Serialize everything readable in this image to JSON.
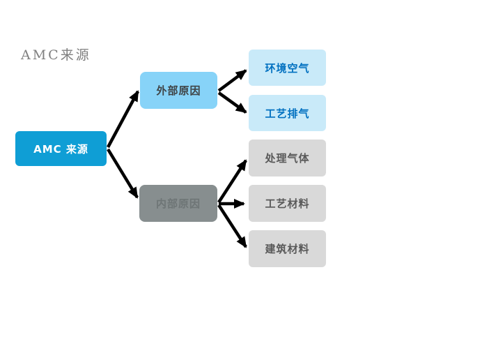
{
  "page": {
    "title": "AMC来源"
  },
  "diagram": {
    "type": "tree",
    "root": {
      "label": "AMC 来源"
    },
    "branches": [
      {
        "label": "外部原因",
        "children": [
          {
            "label": "环境空气"
          },
          {
            "label": "工艺排气"
          }
        ]
      },
      {
        "label": "内部原因",
        "children": [
          {
            "label": "处理气体"
          },
          {
            "label": "工艺材料"
          },
          {
            "label": "建筑材料"
          }
        ]
      }
    ],
    "colors": {
      "root_fill": "#0f9ed5",
      "root_text": "#ffffff",
      "external_fill": "#87d3f8",
      "external_text": "#3f4345",
      "internal_fill": "#878e8f",
      "internal_text": "#6e7576",
      "blue_child_fill": "#c9eaf9",
      "blue_child_text": "#0070c0",
      "gray_child_fill": "#d9d9d9",
      "gray_child_text": "#595959",
      "arrow": "#000000",
      "title_text": "#7f7f7f",
      "background": "#ffffff"
    }
  }
}
